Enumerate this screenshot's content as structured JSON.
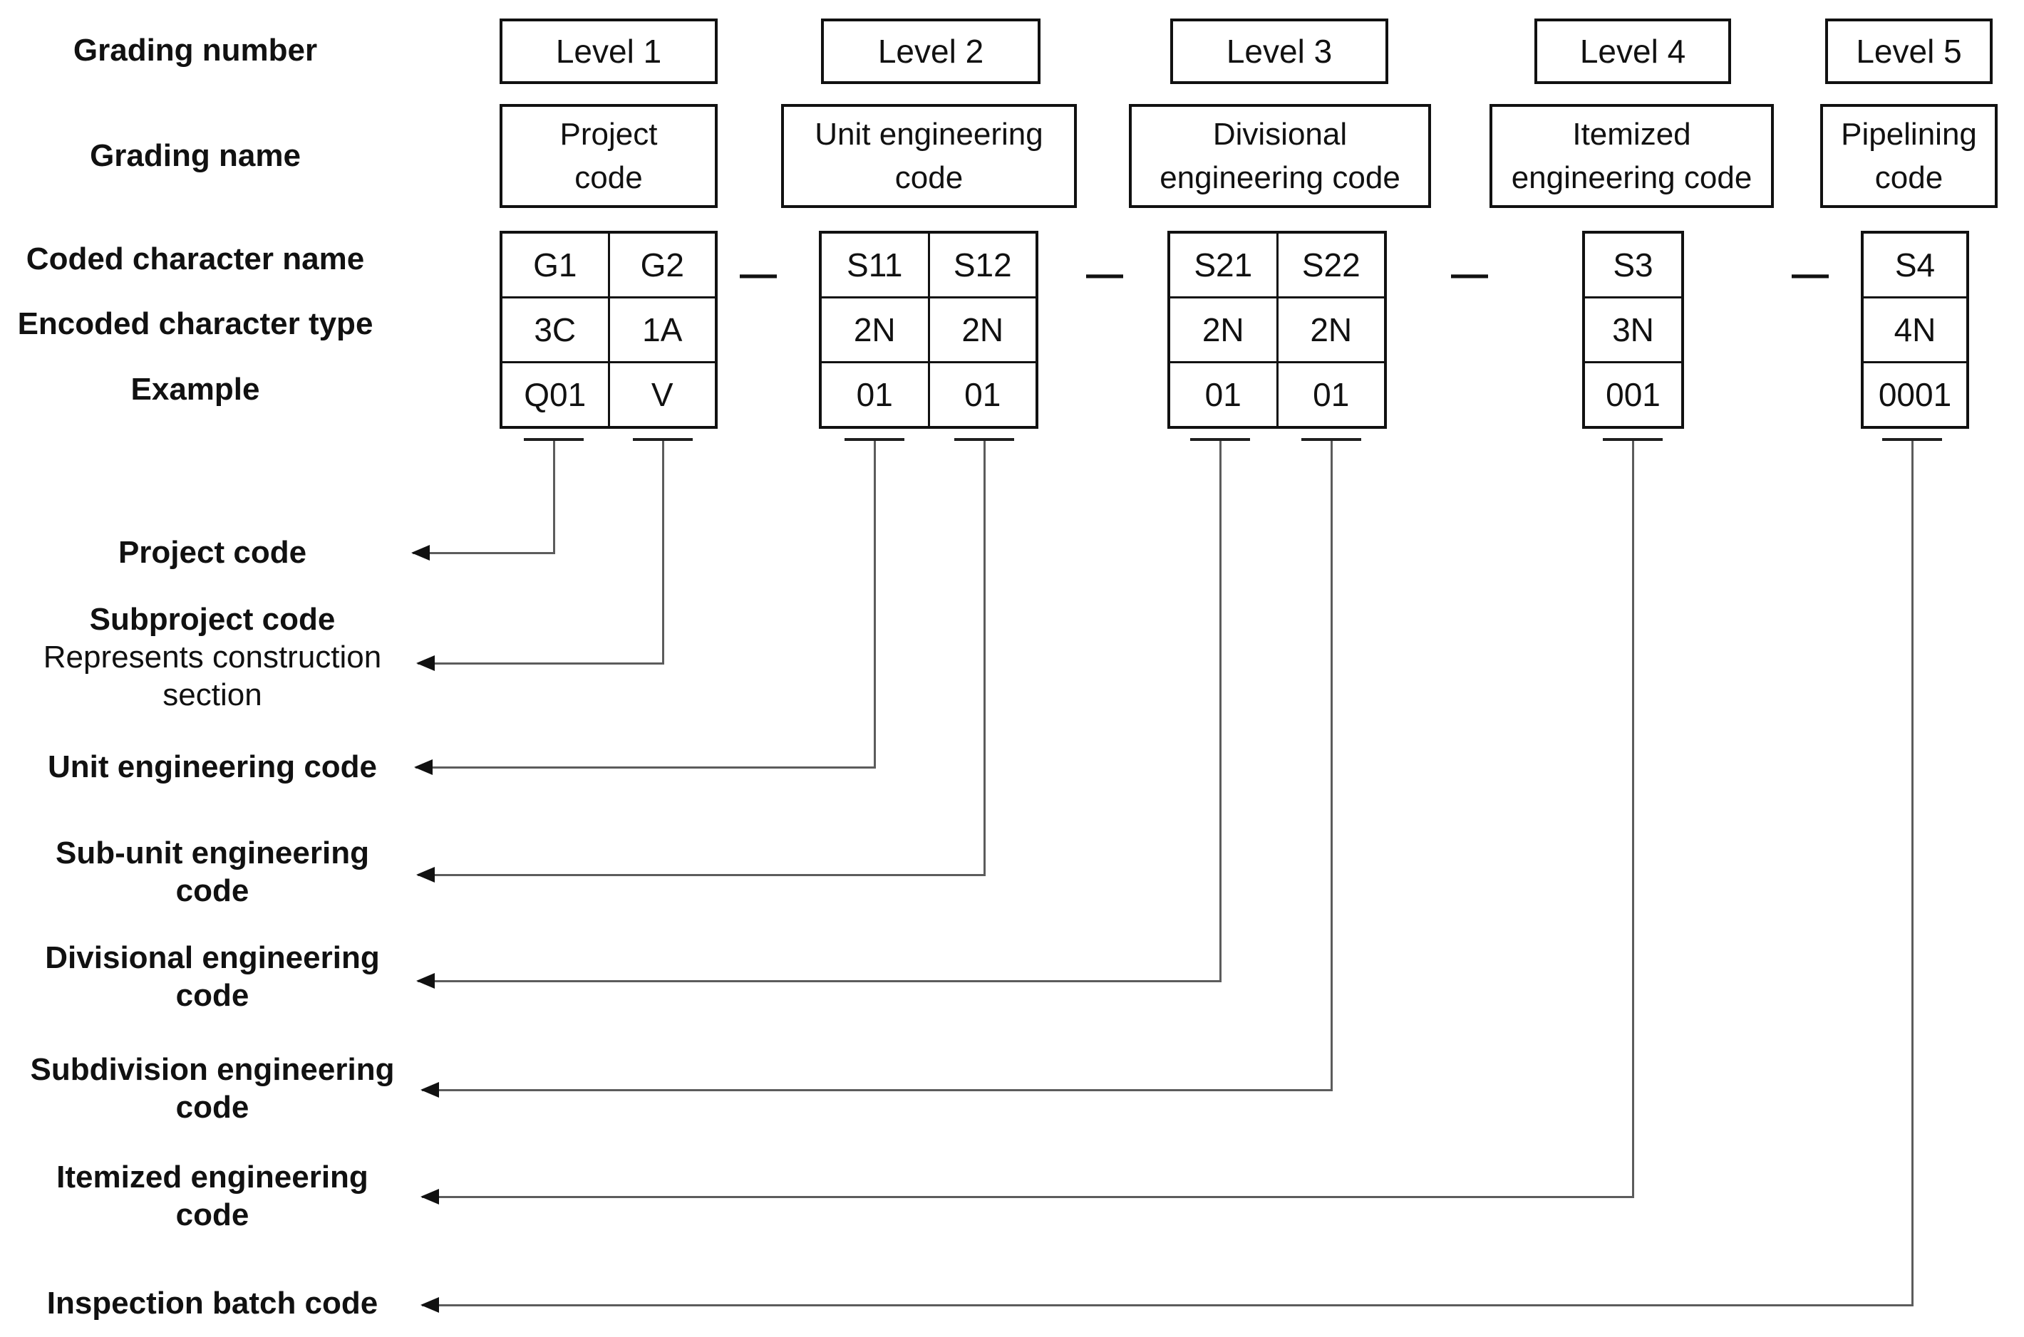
{
  "row_labels": {
    "grading_number": "Grading number",
    "grading_name": "Grading name",
    "coded_character_name": "Coded character name",
    "encoded_character_type": "Encoded character type",
    "example": "Example"
  },
  "separator": "—",
  "levels": [
    {
      "number_label": "Level 1",
      "name_lines": [
        "Project",
        "code"
      ],
      "columns": [
        {
          "char_name": "G1",
          "char_type": "3C",
          "example": "Q01"
        },
        {
          "char_name": "G2",
          "char_type": "1A",
          "example": "V"
        }
      ]
    },
    {
      "number_label": "Level 2",
      "name_lines": [
        "Unit engineering",
        "code"
      ],
      "columns": [
        {
          "char_name": "S11",
          "char_type": "2N",
          "example": "01"
        },
        {
          "char_name": "S12",
          "char_type": "2N",
          "example": "01"
        }
      ]
    },
    {
      "number_label": "Level 3",
      "name_lines": [
        "Divisional",
        "engineering code"
      ],
      "columns": [
        {
          "char_name": "S21",
          "char_type": "2N",
          "example": "01"
        },
        {
          "char_name": "S22",
          "char_type": "2N",
          "example": "01"
        }
      ]
    },
    {
      "number_label": "Level 4",
      "name_lines": [
        "Itemized",
        "engineering code"
      ],
      "columns": [
        {
          "char_name": "S3",
          "char_type": "3N",
          "example": "001"
        }
      ]
    },
    {
      "number_label": "Level 5",
      "name_lines": [
        "Pipelining",
        "code"
      ],
      "columns": [
        {
          "char_name": "S4",
          "char_type": "4N",
          "example": "0001"
        }
      ]
    }
  ],
  "callouts": [
    {
      "title_lines": [
        "Project code"
      ]
    },
    {
      "title_lines": [
        "Subproject code"
      ],
      "subtitle_lines": [
        "Represents construction",
        "section"
      ]
    },
    {
      "title_lines": [
        "Unit engineering code"
      ]
    },
    {
      "title_lines": [
        "Sub-unit engineering",
        "code"
      ]
    },
    {
      "title_lines": [
        "Divisional engineering",
        "code"
      ]
    },
    {
      "title_lines": [
        "Subdivision engineering",
        "code"
      ]
    },
    {
      "title_lines": [
        "Itemized engineering",
        "code"
      ]
    },
    {
      "title_lines": [
        "Inspection batch code"
      ]
    }
  ]
}
